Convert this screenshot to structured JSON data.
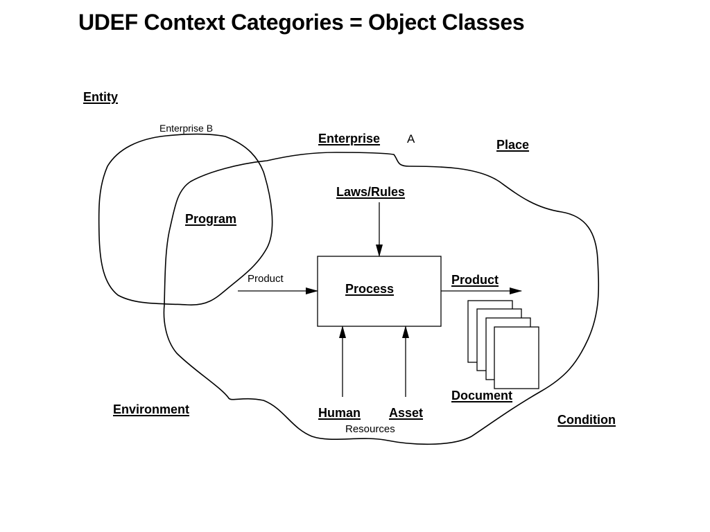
{
  "title": "UDEF Context Categories = Object Classes",
  "labels": {
    "entity": "Entity",
    "enterprise_b": "Enterprise B",
    "enterprise": "Enterprise",
    "enterprise_a_suffix": "A",
    "place": "Place",
    "laws_rules": "Laws/Rules",
    "program": "Program",
    "product_in": "Product",
    "process": "Process",
    "product_out": "Product",
    "document": "Document",
    "environment": "Environment",
    "human": "Human",
    "asset": "Asset",
    "resources": "Resources",
    "condition": "Condition"
  }
}
